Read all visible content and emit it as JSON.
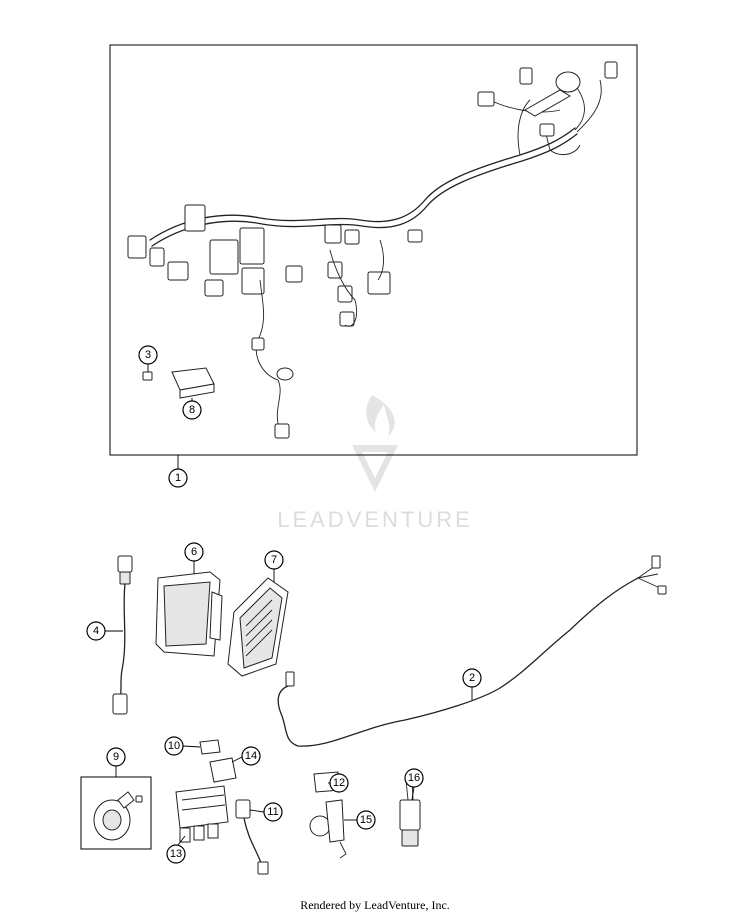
{
  "watermark": {
    "text": "LEADVENTURE"
  },
  "footer": {
    "text": "Rendered by LeadVenture, Inc."
  },
  "callouts": {
    "c1": "1",
    "c2": "2",
    "c3": "3",
    "c4": "4",
    "c5_unused": "",
    "c6": "6",
    "c7": "7",
    "c8": "8",
    "c9": "9",
    "c10": "10",
    "c11": "11",
    "c12": "12",
    "c13": "13",
    "c14": "14",
    "c15": "15",
    "c16": "16"
  }
}
